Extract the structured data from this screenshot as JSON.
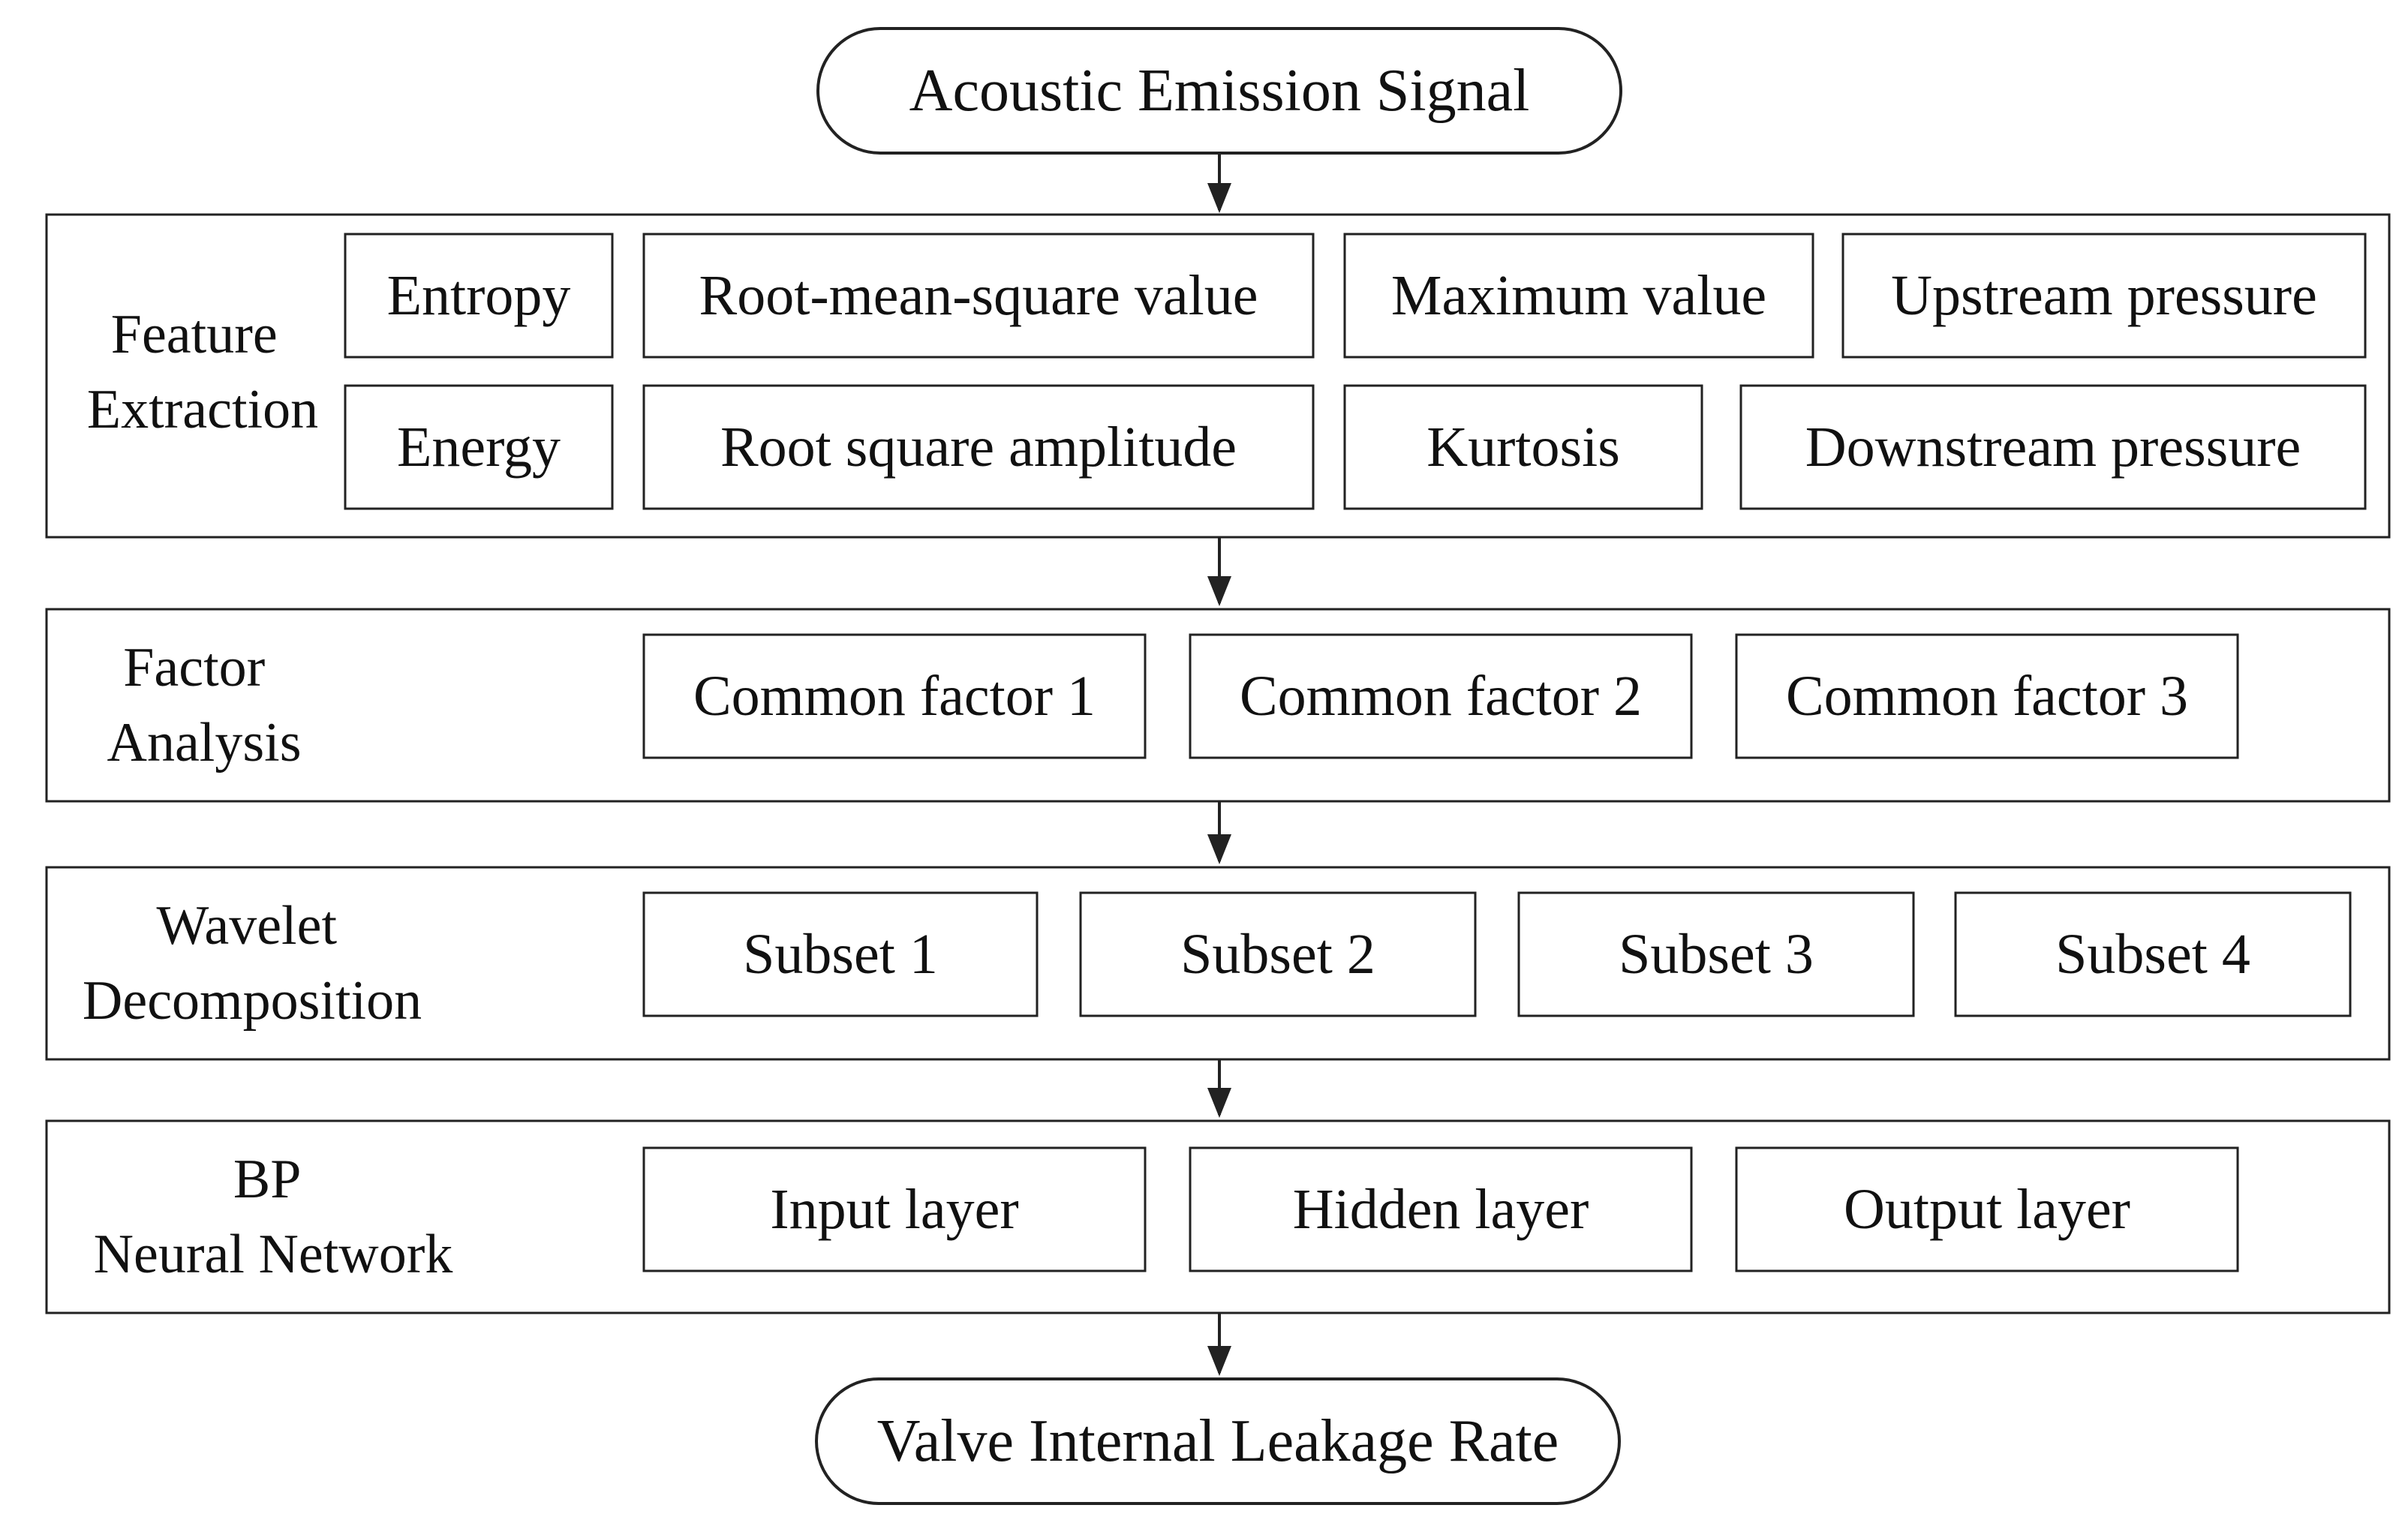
{
  "start": {
    "label": "Acoustic Emission Signal"
  },
  "end": {
    "label": "Valve Internal Leakage Rate"
  },
  "stages": [
    {
      "id": "feature",
      "label_lines": [
        "Feature",
        "Extraction"
      ],
      "items": [
        "Entropy",
        "Root-mean-square value",
        "Maximum value",
        "Upstream pressure",
        "Energy",
        "Root square amplitude",
        "Kurtosis",
        "Downstream pressure"
      ]
    },
    {
      "id": "factor",
      "label_lines": [
        "Factor",
        "Analysis"
      ],
      "items": [
        "Common factor 1",
        "Common factor 2",
        "Common factor 3"
      ]
    },
    {
      "id": "wavelet",
      "label_lines": [
        "Wavelet",
        "Decomposition"
      ],
      "items": [
        "Subset 1",
        "Subset 2",
        "Subset 3",
        "Subset 4"
      ]
    },
    {
      "id": "bp",
      "label_lines": [
        "BP",
        "Neural Network"
      ],
      "items": [
        "Input layer",
        "Hidden layer",
        "Output layer"
      ]
    }
  ],
  "colors": {
    "line": "#222222",
    "text": "#111111",
    "background": "#ffffff"
  }
}
